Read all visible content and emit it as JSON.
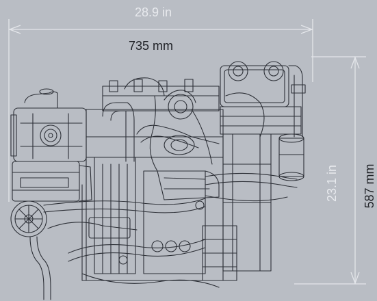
{
  "dimensions": {
    "width_in": "28.9 in",
    "width_mm": "735 mm",
    "height_in": "23.1 in",
    "height_mm": "587 mm"
  },
  "colors": {
    "background": "#b9bdc4",
    "line": "#2c2f36",
    "arrow": "#e4e6ea"
  },
  "icons": [
    "marine-engine-drawing"
  ]
}
